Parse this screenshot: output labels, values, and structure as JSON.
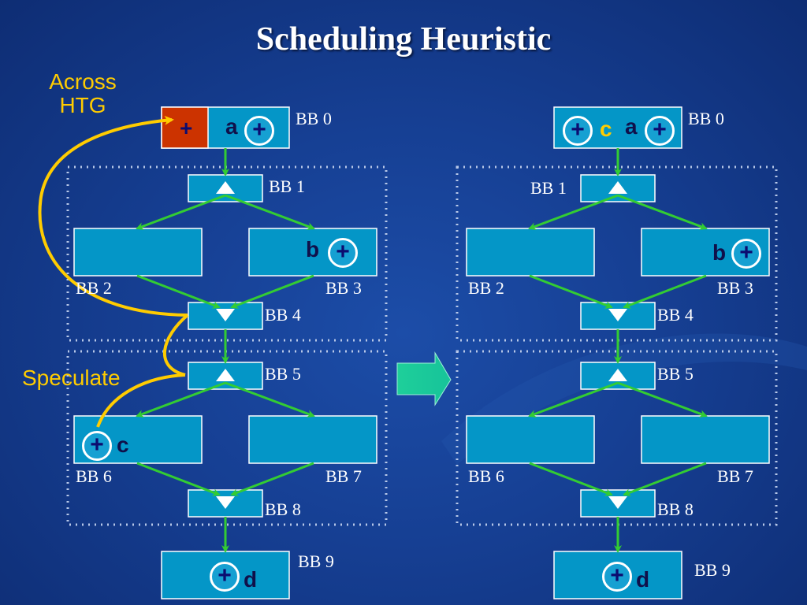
{
  "title": "Scheduling Heuristic",
  "annotations": {
    "across_htg": "Across\nHTG",
    "speculate": "Speculate"
  },
  "left": {
    "bb": [
      "BB 0",
      "BB 1",
      "BB 2",
      "BB 3",
      "BB 4",
      "BB 5",
      "BB 6",
      "BB 7",
      "BB 8",
      "BB 9"
    ],
    "vars": {
      "bb0_var": "a",
      "bb3_var": "b",
      "bb6_var": "c",
      "bb9_var": "d"
    },
    "plus": "+"
  },
  "right": {
    "bb": [
      "BB 0",
      "BB 1",
      "BB 2",
      "BB 3",
      "BB 4",
      "BB 5",
      "BB 6",
      "BB 7",
      "BB 8",
      "BB 9"
    ],
    "vars": {
      "bb0_var_c": "c",
      "bb0_var_a": "a",
      "bb3_var": "b",
      "bb9_var": "d"
    },
    "plus": "+"
  },
  "colors": {
    "node": "#0496c7",
    "node_border": "#ffffff",
    "edge": "#33cc33",
    "orange": "#ffcc00",
    "red_block": "#cc3300",
    "transfer_arrow": "#22cc99"
  }
}
